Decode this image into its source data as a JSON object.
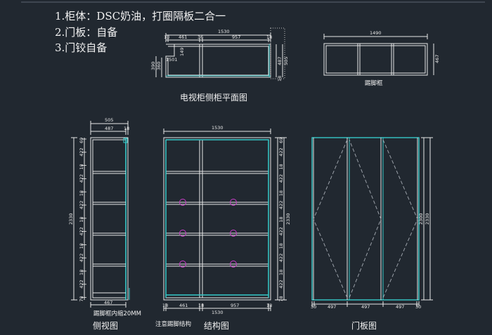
{
  "notes": [
    "1.柜体：DSC奶油，打圈隔板二合一",
    "2.门板：自备",
    "3.门铰自备"
  ],
  "captions": {
    "plan": "电视柜侧柜平面图",
    "kick": "踢脚框",
    "side": "侧视图",
    "struct": "结构图",
    "door": "门板图",
    "kick_inset": "踢脚框内缩20MM",
    "kick_note": "注意踢脚结构"
  },
  "dims": {
    "plan_total": "1530",
    "plan_18a": "18",
    "plan_461": "461",
    "plan_36": "36",
    "plan_957": "957",
    "plan_18b": "18",
    "plan_149": "149",
    "plan_1501": "1501",
    "plan_390": "390",
    "plan_360": "360",
    "plan_487": "487",
    "plan_505": "505",
    "plan_18r": "18",
    "kick_width": "1490",
    "kick_depth": "467",
    "side_505": "505",
    "side_487": "487",
    "side_18": "18",
    "side_2330": "2330",
    "side_467": "467",
    "side_shelves": [
      "69",
      "422",
      "18",
      "422",
      "18",
      "422",
      "18",
      "422",
      "18",
      "422",
      "18",
      "422",
      "78"
    ],
    "struct_top": "1530",
    "struct_2330": "2330",
    "struct_bottom": "1530",
    "struct_b18a": "18",
    "struct_b461": "461",
    "struct_b18b": "18",
    "struct_b957": "957",
    "struct_b18c": "18",
    "door_2300": "2300",
    "door_2330": "2330",
    "door_bottom": [
      "30",
      "497",
      "497",
      "497",
      "30"
    ]
  }
}
